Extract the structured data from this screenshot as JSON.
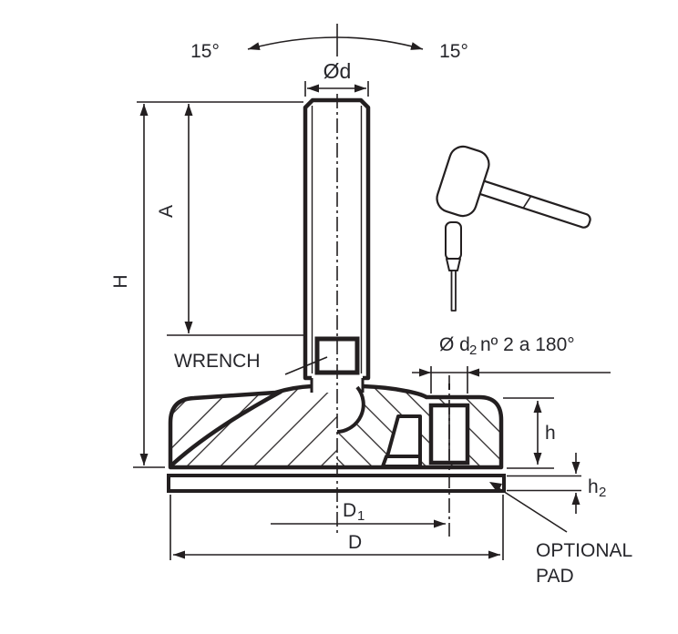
{
  "figure": {
    "type": "technical-drawing",
    "subject": "Adjustable leveling foot (machine mount) sectional view with rubber mallet and pin punch illustration",
    "colors": {
      "line": "#231f20",
      "text": "#26262b",
      "background": "#ffffff"
    },
    "labels": {
      "tilt_left": "15°",
      "tilt_right": "15°",
      "stud_diameter": "Ød",
      "stud_length": "A",
      "total_height": "H",
      "wrench": "WRENCH",
      "hole_note_prefix": "Ø d",
      "hole_note_sub": "2",
      "hole_note_rest": "nº 2 a 180°",
      "body_height": "h",
      "pad_thickness_base": "h",
      "pad_thickness_sub": "2",
      "bolt_circle_base": "D",
      "bolt_circle_sub": "1",
      "base_diameter": "D",
      "optional_pad_line1": "OPTIONAL",
      "optional_pad_line2": "PAD"
    }
  }
}
